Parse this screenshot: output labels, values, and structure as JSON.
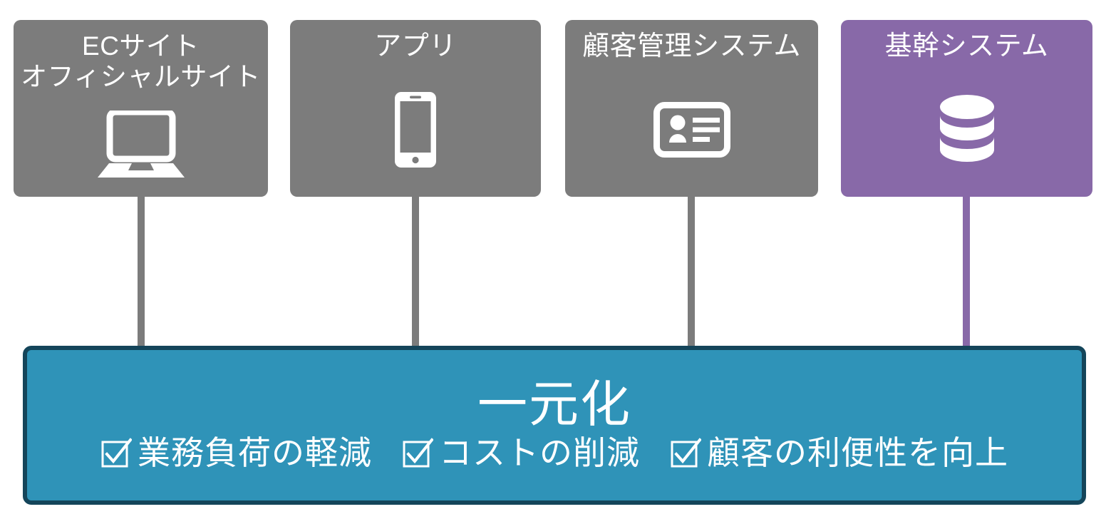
{
  "diagram": {
    "title_text": "一元化",
    "sources": [
      {
        "id": "ec-site",
        "label": "ECサイト\nオフィシャルサイト",
        "icon": "laptop-icon",
        "color": "#7c7c7c",
        "text_color": "#ffffff",
        "connector_color": "#7c7c7c"
      },
      {
        "id": "app",
        "label": "アプリ",
        "icon": "smartphone-icon",
        "color": "#7c7c7c",
        "text_color": "#ffffff",
        "connector_color": "#7c7c7c"
      },
      {
        "id": "crm",
        "label": "顧客管理システム",
        "icon": "contact-card-icon",
        "color": "#7c7c7c",
        "text_color": "#ffffff",
        "connector_color": "#7c7c7c"
      },
      {
        "id": "core-system",
        "label": "基幹システム",
        "icon": "database-icon",
        "color": "#8869a8",
        "text_color": "#ffffff",
        "connector_color": "#8869a8"
      }
    ],
    "result": {
      "headline": "一元化",
      "fill_color": "#2f93b8",
      "border_color": "#14455a",
      "text_color": "#ffffff",
      "benefits": [
        {
          "id": "workload",
          "check": "checkbox-checked-icon",
          "label": "業務負荷の軽減"
        },
        {
          "id": "cost",
          "check": "checkbox-checked-icon",
          "label": "コストの削減"
        },
        {
          "id": "convenience",
          "check": "checkbox-checked-icon",
          "label": "顧客の利便性を向上"
        }
      ]
    }
  }
}
